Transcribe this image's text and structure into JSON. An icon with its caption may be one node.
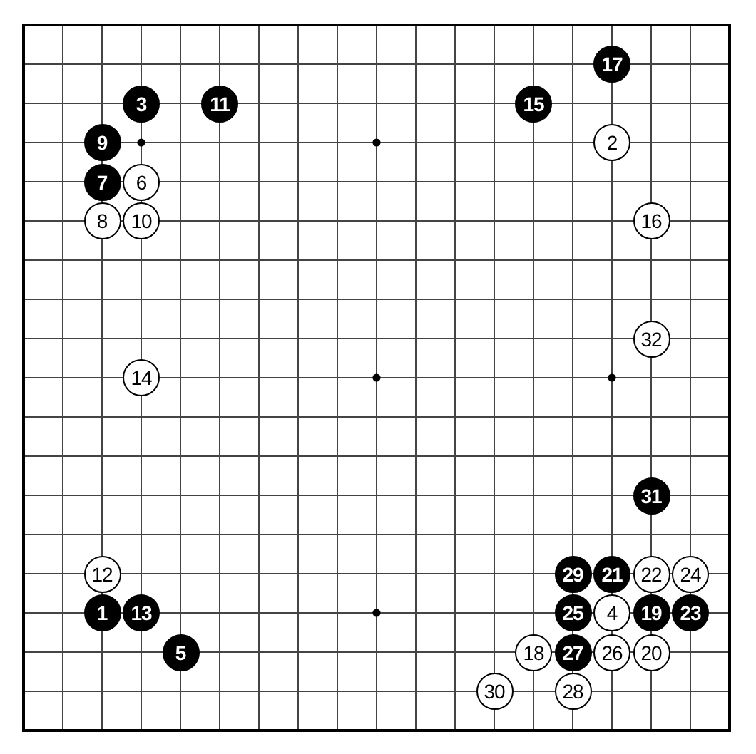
{
  "diagram": {
    "nodes": [
      {
        "text": [
          "17"
        ]
      },
      {
        "text": [
          "3"
        ]
      },
      {
        "text": [
          "11"
        ]
      },
      {
        "text": [
          "15"
        ]
      },
      {
        "text": [
          "9"
        ]
      },
      {
        "text": [
          "2"
        ]
      },
      {
        "text": [
          "7"
        ]
      },
      {
        "text": [
          "6"
        ]
      },
      {
        "text": [
          "8"
        ]
      },
      {
        "text": [
          "10"
        ]
      },
      {
        "text": [
          "16"
        ]
      },
      {
        "text": [
          "32"
        ]
      },
      {
        "text": [
          "14"
        ]
      },
      {
        "text": [
          "31"
        ]
      },
      {
        "text": [
          "12"
        ]
      },
      {
        "text": [
          "29"
        ]
      },
      {
        "text": [
          "21"
        ]
      },
      {
        "text": [
          "22"
        ]
      },
      {
        "text": [
          "24"
        ]
      },
      {
        "text": [
          "1"
        ]
      },
      {
        "text": [
          "13"
        ]
      },
      {
        "text": [
          "25"
        ]
      },
      {
        "text": [
          "4"
        ]
      },
      {
        "text": [
          "19"
        ]
      },
      {
        "text": [
          "23"
        ]
      },
      {
        "text": [
          "5"
        ]
      },
      {
        "text": [
          "18"
        ]
      },
      {
        "text": [
          "27"
        ]
      },
      {
        "text": [
          "26"
        ]
      },
      {
        "text": [
          "20"
        ]
      },
      {
        "text": [
          "30"
        ]
      },
      {
        "text": [
          "28"
        ]
      }
    ]
  }
}
